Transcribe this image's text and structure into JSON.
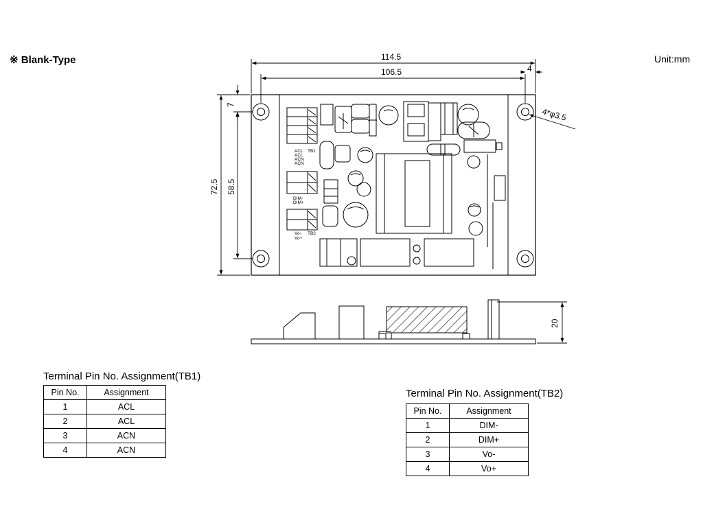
{
  "header": {
    "title": "※ Blank-Type",
    "unit": "Unit:mm"
  },
  "dimensions": {
    "overall_width": "114.5",
    "hole_spacing": "106.5",
    "edge_offset": "4",
    "top_offset": "7",
    "overall_height": "72.5",
    "hole_vertical": "58.5",
    "hole_callout": "4*φ3.5",
    "height": "20"
  },
  "board_labels": {
    "tb1_pins": [
      "ACL",
      "ACL",
      "ACN",
      "ACN"
    ],
    "tb1": "TB1",
    "dim": [
      "DIM-",
      "DIM+"
    ],
    "vo": [
      "Vo-",
      "Vo+"
    ],
    "tb2": "TB2"
  },
  "tb1": {
    "title": "Terminal Pin No. Assignment(TB1)",
    "headers": [
      "Pin No.",
      "Assignment"
    ],
    "rows": [
      [
        "1",
        "ACL"
      ],
      [
        "2",
        "ACL"
      ],
      [
        "3",
        "ACN"
      ],
      [
        "4",
        "ACN"
      ]
    ]
  },
  "tb2": {
    "title": "Terminal Pin No. Assignment(TB2)",
    "headers": [
      "Pin No.",
      "Assignment"
    ],
    "rows": [
      [
        "1",
        "DIM-"
      ],
      [
        "2",
        "DIM+"
      ],
      [
        "3",
        "Vo-"
      ],
      [
        "4",
        "Vo+"
      ]
    ]
  }
}
